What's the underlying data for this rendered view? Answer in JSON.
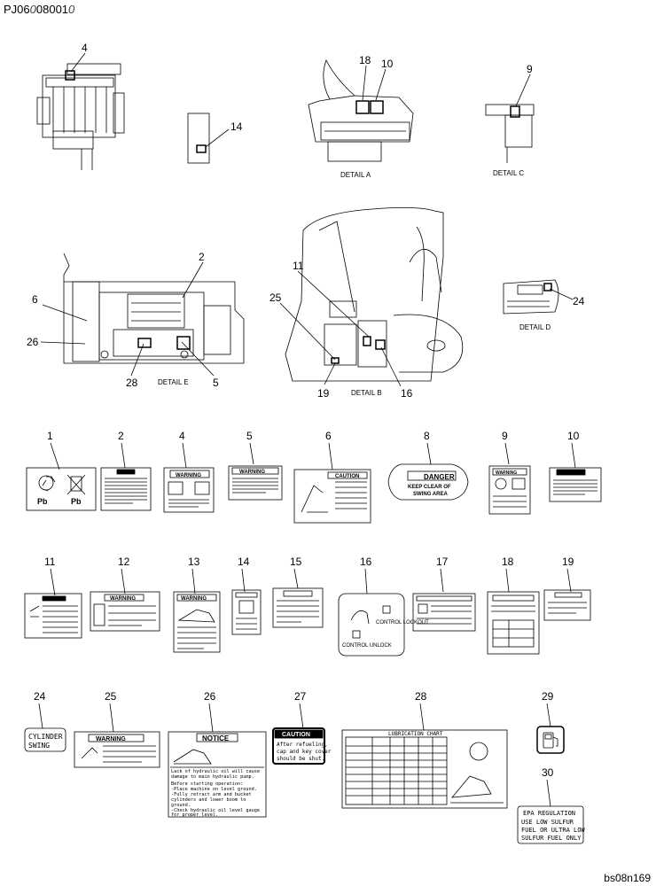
{
  "header": {
    "code": "PJ06",
    "sep1": "0",
    "code2": "08001",
    "sep2": "0"
  },
  "footer": {
    "ref": "bs08n169"
  },
  "details": {
    "a": "DETAIL A",
    "b": "DETAIL B",
    "c": "DETAIL C",
    "d": "DETAIL D",
    "e": "DETAIL E"
  },
  "callouts": {
    "c4": "4",
    "c14": "14",
    "c18": "18",
    "c10": "10",
    "c9": "9",
    "c2": "2",
    "c6": "6",
    "c26": "26",
    "c28": "28",
    "c5": "5",
    "c11": "11",
    "c25": "25",
    "c19": "19",
    "c16": "16",
    "c24": "24"
  },
  "part_numbers": {
    "row1": [
      "1",
      "2",
      "4",
      "5",
      "6",
      "8",
      "9",
      "10"
    ],
    "row2": [
      "11",
      "12",
      "13",
      "14",
      "15",
      "16",
      "17",
      "18",
      "19"
    ],
    "row3": [
      "24",
      "25",
      "26",
      "27",
      "28",
      "29",
      "30"
    ]
  },
  "decals": {
    "pb1": "Pb",
    "pb2": "Pb",
    "warning": "WARNING",
    "caution": "CAUTION",
    "danger": "DANGER",
    "keep_clear": "KEEP CLEAR OF",
    "swing_area": "SWING AREA",
    "control_lockout": "CONTROL LOCKOUT",
    "control_unlock": "CONTROL UNLOCK",
    "cylinder": "CYLINDER",
    "swing": "SWING",
    "notice": "NOTICE",
    "caution27": "CAUTION",
    "after_refueling_1": "After refueling,",
    "after_refueling_2": "cap and key cover",
    "after_refueling_3": "should be shut.",
    "lubrication_chart": "LUBRICATION CHART",
    "epa_1": "EPA REGULATION",
    "epa_2": "USE LOW SULFUR",
    "epa_3": "FUEL OR ULTRA LOW",
    "epa_4": "SULFUR FUEL ONLY",
    "notice_1": "Lack of hydraulic oil will cause",
    "notice_2": "damage to main hydraulic pump.",
    "notice_3": "Before starting operation:",
    "notice_4": "-Place machine on level ground.",
    "notice_5": "-Fully retract arm and bucket",
    "notice_6": " cylinders and lower boom to",
    "notice_7": " ground.",
    "notice_8": "-Check hydraulic oil level gauge",
    "notice_9": " for proper level."
  }
}
